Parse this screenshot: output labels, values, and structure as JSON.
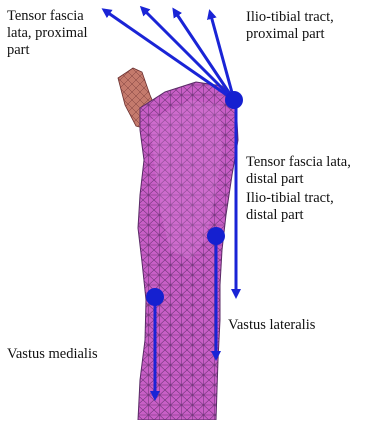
{
  "colors": {
    "mesh_fill": "#c95fc7",
    "mesh_fill_light": "#d677d2",
    "mesh_lines": "#5a2a66",
    "stub_fill": "#c47a6c",
    "arrow": "#1a24d6",
    "dot": "#1520d0"
  },
  "labels": {
    "tfl_proximal": "Tensor fascia\nlata, proximal\npart",
    "itt_proximal": "Ilio-tibial tract,\nproximal part",
    "tfl_distal": "Tensor fascia lata,\ndistal part",
    "itt_distal": "Ilio-tibial tract,\ndistal part",
    "vastus_lateralis": "Vastus lateralis",
    "vastus_medialis": "Vastus medialis"
  }
}
